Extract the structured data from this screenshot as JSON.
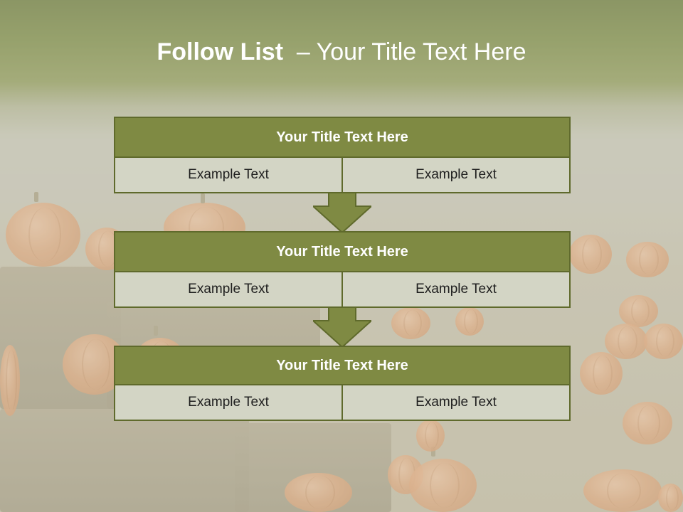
{
  "slide": {
    "title_bold": "Follow List",
    "title_rest": "  – Your Title Text Here"
  },
  "blocks": [
    {
      "title": "Your Title Text Here",
      "left": "Example Text",
      "right": "Example Text"
    },
    {
      "title": "Your Title Text Here",
      "left": "Example Text",
      "right": "Example Text"
    },
    {
      "title": "Your Title Text Here",
      "left": "Example Text",
      "right": "Example Text"
    }
  ],
  "colors": {
    "header_fill": "#7f8a43",
    "border": "#5f6a2c",
    "cell_fill": "#d3d5c5",
    "arrow_fill": "#7f8a43",
    "title_text": "#ffffff"
  }
}
